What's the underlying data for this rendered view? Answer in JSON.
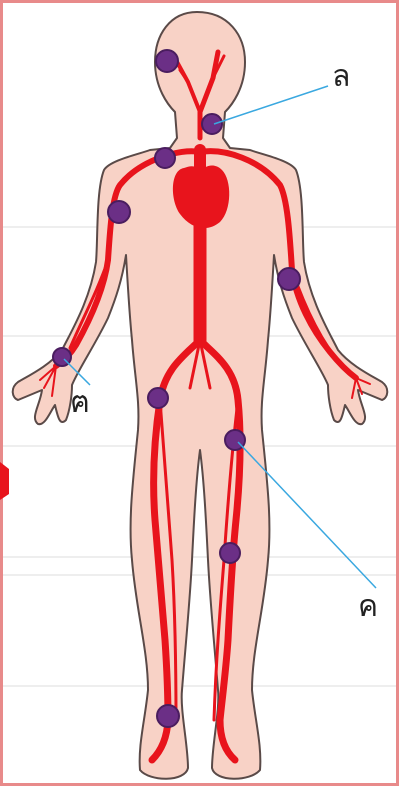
{
  "colors": {
    "frame": "#e88a8a",
    "skin": "#f8d2c6",
    "outline": "#5a4a48",
    "artery": "#e8141c",
    "pulse_point": "#6b2f86",
    "pulse_point_rim": "#4a1d5f",
    "leader_line": "#3aa8e0",
    "rule_line": "#dddddd",
    "edge_marker": "#e8141c"
  },
  "callouts": {
    "neck": "ล",
    "wrist": "ฅ",
    "thigh": "ค"
  },
  "pulse_points": [
    "temple",
    "neck",
    "shoulder",
    "upper-arm-left",
    "elbow-right",
    "wrist-left",
    "groin",
    "thigh",
    "knee",
    "ankle"
  ]
}
